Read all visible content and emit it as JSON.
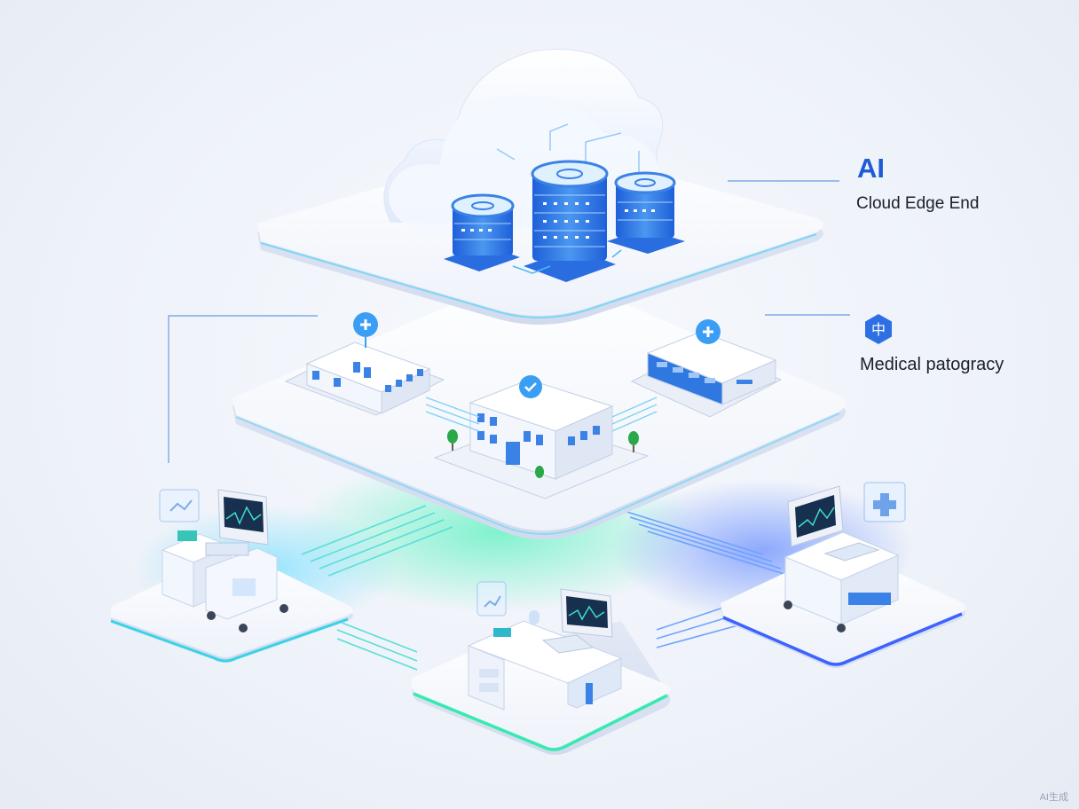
{
  "labels": {
    "title": "AI",
    "cloud_layer": "Cloud Edge End",
    "edge_layer": "Medical patogracy",
    "badge_glyph": "中",
    "watermark": "AI生成"
  },
  "colors": {
    "accent_blue": "#1f5bd6",
    "server_blue": "#3b82e6",
    "glow_cyan": "#39d3e8",
    "glow_green": "#2fe6a8",
    "platform_white": "#fbfcff"
  },
  "icons": [
    "cloud-icon",
    "server-stack-icon",
    "hospital-icon",
    "medical-cross-icon",
    "monitor-icon",
    "medical-cart-icon"
  ]
}
